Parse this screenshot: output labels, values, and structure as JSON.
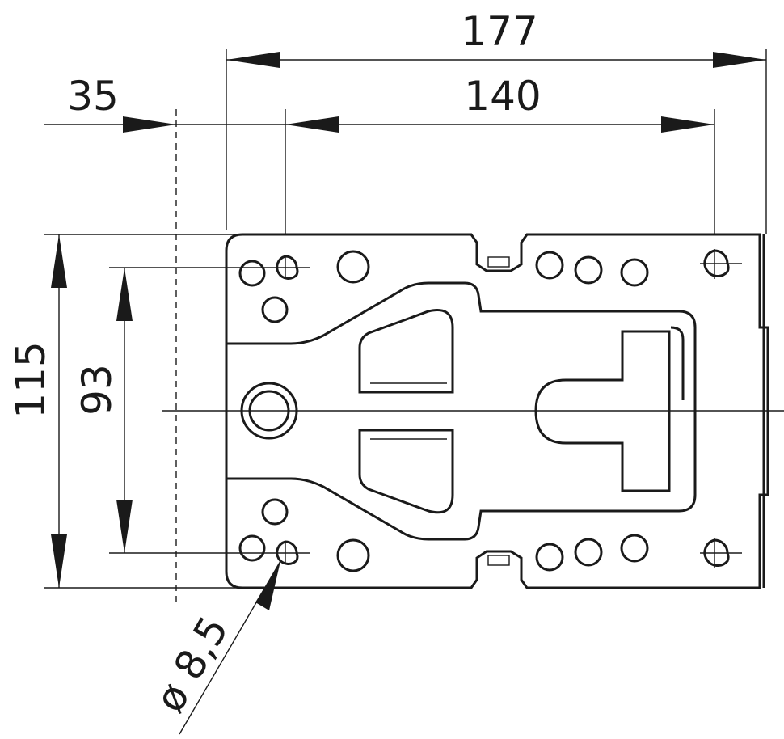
{
  "drawing": {
    "line_color": "#1a1a1a",
    "background": "#ffffff"
  },
  "dimensions": {
    "overall_width": "177",
    "hole_spacing_horizontal": "140",
    "left_offset": "35",
    "overall_height": "115",
    "hole_spacing_vertical": "93",
    "hole_diameter": "ø 8,5"
  }
}
